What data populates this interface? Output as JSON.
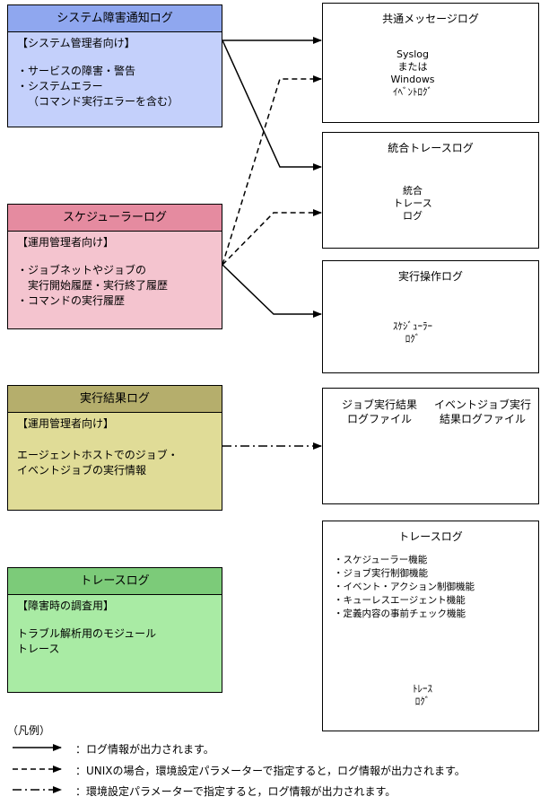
{
  "sources": {
    "system_log": {
      "header": "システム障害通知ログ",
      "role": "【システム管理者向け】",
      "items": [
        "・サービスの障害・警告",
        "・システムエラー\n（コマンド実行エラーを含む）"
      ],
      "header_color": "#8fa7ef",
      "body_color": "#c4d0fb"
    },
    "scheduler_log": {
      "header": "スケジューラーログ",
      "role": "【運用管理者向け】",
      "items": [
        "・ジョブネットやジョブの\n実行開始履歴・実行終了履歴",
        "・コマンドの実行履歴"
      ],
      "header_color": "#e58ba0",
      "body_color": "#f4c4cf"
    },
    "result_log": {
      "header": "実行結果ログ",
      "role": "【運用管理者向け】",
      "text": "エージェントホストでのジョブ・\nイベントジョブの実行情報",
      "header_color": "#b5ae6c",
      "body_color": "#e0dc97"
    },
    "trace_log": {
      "header": "トレースログ",
      "role": "【障害時の調査用】",
      "text": "トラブル解析用のモジュール\nトレース",
      "header_color": "#7ccb79",
      "body_color": "#a9eba4"
    }
  },
  "destinations": {
    "common": {
      "title": "共通メッセージログ",
      "cylinder": "Syslog\nまたは\nWindows\nｲﾍﾞﾝﾄﾛｸﾞ"
    },
    "integrated": {
      "title": "統合トレースログ",
      "cylinder": "統合\nトレース\nログ"
    },
    "exec_op": {
      "title": "実行操作ログ",
      "cylinder": "ｽｹｼﾞｭｰﾗｰ\nﾛｸﾞ"
    },
    "result_files": {
      "label_left": "ジョブ実行結果\nログファイル",
      "label_right": "イベントジョブ実行\n結果ログファイル"
    },
    "trace": {
      "title": "トレースログ",
      "items": [
        "・スケジューラー機能",
        "・ジョブ実行制御機能",
        "・イベント・アクション制御機能",
        "・キューレスエージェント機能",
        "・定義内容の事前チェック機能"
      ],
      "cylinder": "ﾄﾚｰｽ\nﾛｸﾞ"
    }
  },
  "legend": {
    "title": "（凡例）",
    "solid": "：ログ情報が出力されます。",
    "dashed": "：UNIXの場合，環境設定パラメーターで指定すると，ログ情報が出力されます。",
    "dashdot": "：環境設定パラメーターで指定すると，ログ情報が出力されます。"
  }
}
